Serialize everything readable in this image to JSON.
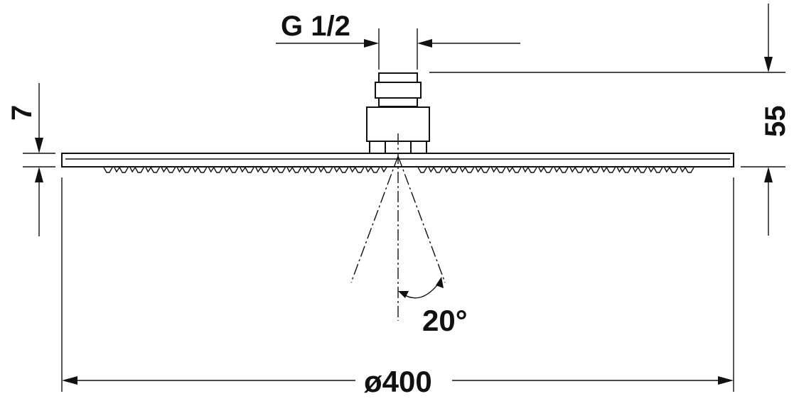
{
  "dimensions": {
    "thread_label": "G 1/2",
    "height_label": "55",
    "thickness_label": "7",
    "angle_label": "20°",
    "diameter_label": "ø400"
  },
  "nozzle_count": 38,
  "colors": {
    "line": "#111111",
    "background": "#ffffff"
  }
}
